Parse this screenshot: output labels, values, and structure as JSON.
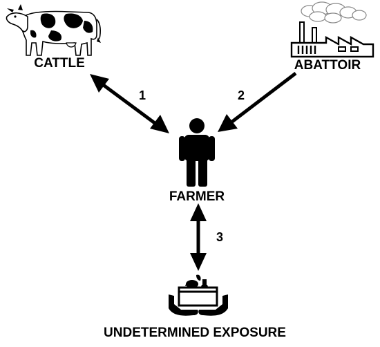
{
  "nodes": {
    "cattle": {
      "label": "CATTLE",
      "icon": "cow-icon"
    },
    "abattoir": {
      "label": "ABATTOIR",
      "icon": "factory-icon"
    },
    "farmer": {
      "label": "FARMER",
      "icon": "person-icon"
    },
    "undetermined": {
      "label": "UNDETERMINED EXPOSURE",
      "icon": "hands-holding-produce-icon"
    }
  },
  "edges": [
    {
      "from": "cattle",
      "to": "farmer",
      "label": "1",
      "direction": "both"
    },
    {
      "from": "abattoir",
      "to": "farmer",
      "label": "2",
      "direction": "forward"
    },
    {
      "from": "farmer",
      "to": "undetermined",
      "label": "3",
      "direction": "both"
    }
  ],
  "colors": {
    "ink": "#000000",
    "background": "#ffffff",
    "smoke": "#888888"
  }
}
